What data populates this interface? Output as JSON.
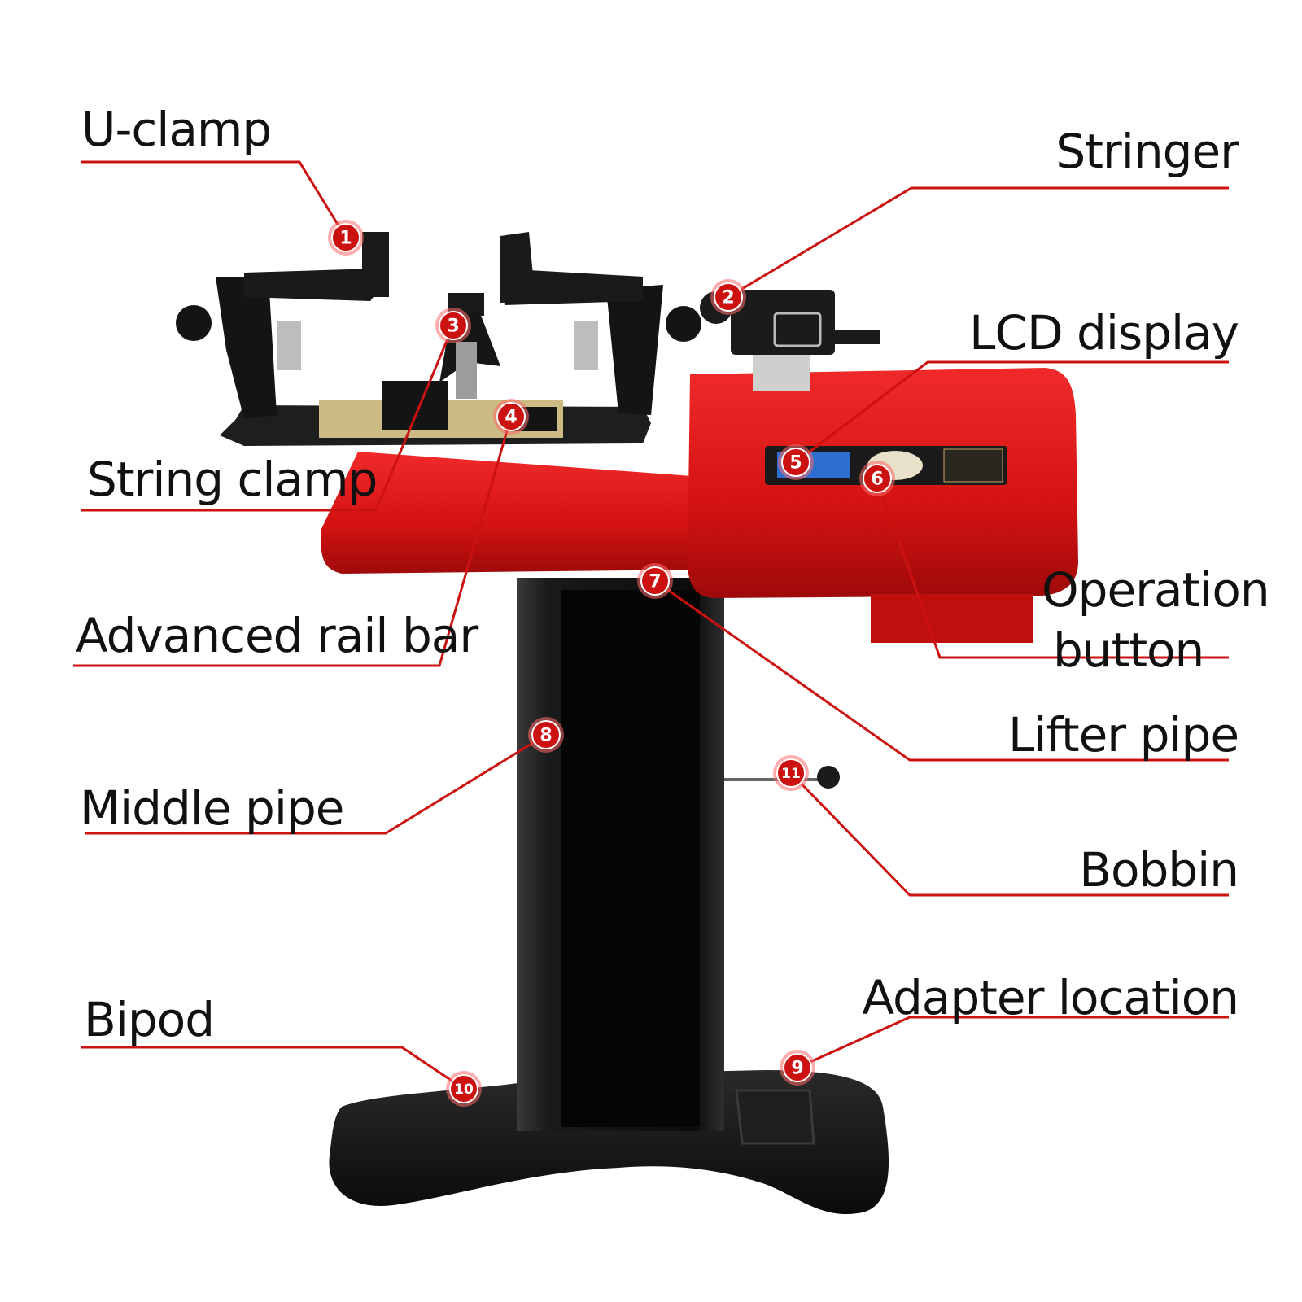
{
  "colors": {
    "accent": "#cc1111",
    "machine_red": "#d81414",
    "machine_black": "#151515"
  },
  "labels": [
    {
      "num": "1",
      "text": "U-clamp"
    },
    {
      "num": "2",
      "text": "Stringer"
    },
    {
      "num": "3",
      "text": "String clamp"
    },
    {
      "num": "4",
      "text": "Advanced rail bar"
    },
    {
      "num": "5",
      "text": "LCD display"
    },
    {
      "num": "6",
      "text": "Operation\nbutton"
    },
    {
      "num": "7",
      "text": "Lifter pipe"
    },
    {
      "num": "8",
      "text": "Middle pipe"
    },
    {
      "num": "9",
      "text": "Adapter location"
    },
    {
      "num": "10",
      "text": "Bipod"
    },
    {
      "num": "11",
      "text": "Bobbin"
    }
  ]
}
